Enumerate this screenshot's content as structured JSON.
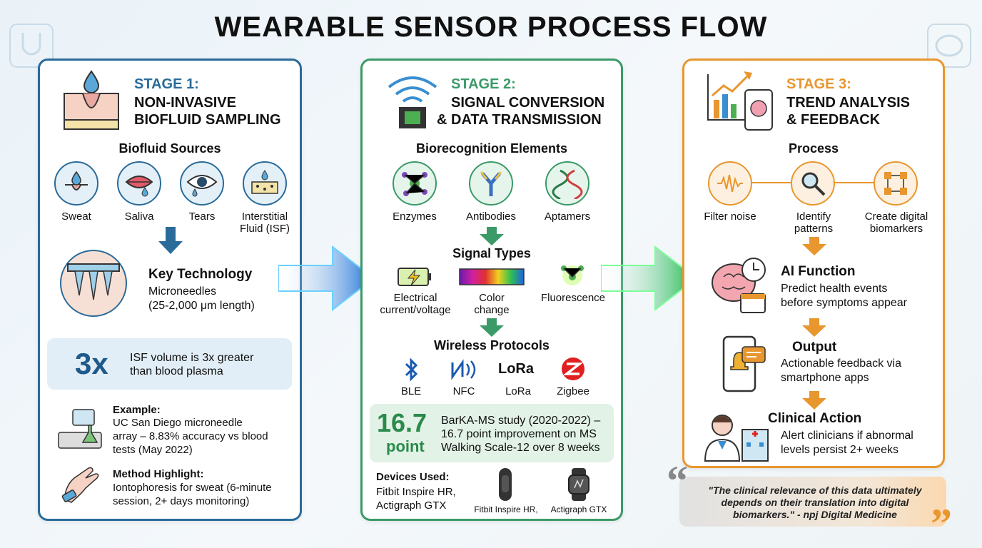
{
  "title": "WEARABLE SENSOR PROCESS FLOW",
  "stage1": {
    "num": "STAGE 1:",
    "name_line1": "NON-INVASIVE",
    "name_line2": "BIOFLUID SAMPLING",
    "sources_title": "Biofluid Sources",
    "sources": [
      "Sweat",
      "Saliva",
      "Tears",
      "Interstitial",
      "Fluid (ISF)"
    ],
    "key_tech_title": "Key Technology",
    "key_tech_line1": "Microneedles",
    "key_tech_line2": "(25-2,000 μm length)",
    "stat_value": "3x",
    "stat_line1": "ISF volume is 3x greater",
    "stat_line2": "than blood plasma",
    "example_title": "Example:",
    "example_line1": "UC San Diego microneedle",
    "example_line2": "array – 8.83% accuracy vs blood",
    "example_line3": "tests (May 2022)",
    "method_title": "Method Highlight:",
    "method_line1": "Iontophoresis for sweat (6-minute",
    "method_line2": "session, 2+ days monitoring)",
    "color": "#2a6b9a"
  },
  "stage2": {
    "num": "STAGE 2:",
    "name_line1": "SIGNAL CONVERSION",
    "name_line2": "& DATA TRANSMISSION",
    "bio_title": "Biorecognition Elements",
    "bio": [
      "Enzymes",
      "Antibodies",
      "Aptamers"
    ],
    "signal_title": "Signal Types",
    "signal1_line1": "Electrical",
    "signal1_line2": "current/voltage",
    "signal2_line1": "Color",
    "signal2_line2": "change",
    "signal3": "Fluorescence",
    "wireless_title": "Wireless Protocols",
    "protocols": [
      "BLE",
      "NFC",
      "LoRa",
      "Zigbee"
    ],
    "lora_logo": "LoRa",
    "stat_value": "16.7",
    "stat_unit": "point",
    "stat_line1": "BarKA-MS study (2020-2022) –",
    "stat_line2": "16.7 point improvement on MS",
    "stat_line3": "Walking Scale-12 over 8 weeks",
    "devices_title": "Devices Used:",
    "devices_line1": "Fitbit Inspire HR,",
    "devices_line2": "Actigraph GTX",
    "device1": "Fitbit Inspire HR,",
    "device2": "Actigraph GTX",
    "color": "#3a9a68"
  },
  "stage3": {
    "num": "STAGE 3:",
    "name_line1": "TREND ANALYSIS",
    "name_line2": "& FEEDBACK",
    "process_title": "Process",
    "proc1": "Filter noise",
    "proc2_line1": "Identify",
    "proc2_line2": "patterns",
    "proc3_line1": "Create digital",
    "proc3_line2": "biomarkers",
    "ai_title": "AI Function",
    "ai_line1": "Predict health events",
    "ai_line2": "before symptoms appear",
    "output_title": "Output",
    "output_line1": "Actionable feedback via",
    "output_line2": "smartphone apps",
    "clinical_title": "Clinical Action",
    "clinical_line1": "Alert clinicians if abnormal",
    "clinical_line2": "levels persist 2+ weeks",
    "color": "#e8962e"
  },
  "quote": {
    "line1": "\"The clinical relevance of this data ultimately",
    "line2": "depends on their translation into digital",
    "line3": "biomarkers.\" - npj Digital Medicine"
  }
}
